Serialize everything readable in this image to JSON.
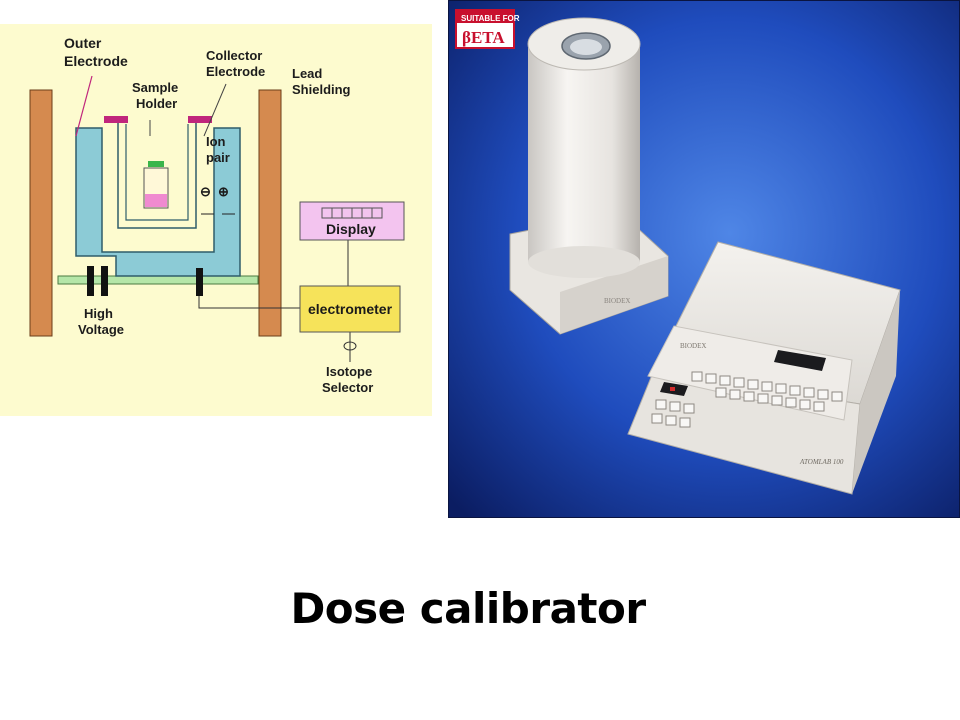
{
  "slide": {
    "title": "Dose calibrator"
  },
  "diagram": {
    "labels": {
      "outer_electrode_line1": "Outer",
      "outer_electrode_line2": "Electrode",
      "sample_holder_line1": "Sample",
      "sample_holder_line2": "Holder",
      "collector_electrode_line1": "Collector",
      "collector_electrode_line2": "Electrode",
      "lead_shielding_line1": "Lead",
      "lead_shielding_line2": "Shielding",
      "ion_pair_line1": "Ion",
      "ion_pair_line2": "pair",
      "ion_negative": "⊖",
      "ion_positive": "⊕",
      "display": "Display",
      "electrometer": "electrometer",
      "high_voltage_line1": "High",
      "high_voltage_line2": "Voltage",
      "isotope_selector_line1": "Isotope",
      "isotope_selector_line2": "Selector"
    },
    "colors": {
      "background": "#fdfbcf",
      "shielding": "#d58a4f",
      "chamber": "#8ccbd6",
      "holder_cap": "#c0267c",
      "sample_liquid": "#f08ad0",
      "vial_cap": "#3ab54a",
      "base_plate": "#b5e6a8",
      "display_box": "#f3c4ef",
      "electrometer_box": "#f6e35a"
    }
  },
  "photo": {
    "badge_line1": "SUITABLE FOR",
    "badge_line2": "βETA",
    "brand_chamber": "BIODEX",
    "brand_console": "BIODEX",
    "model": "ATOMLAB 100",
    "colors": {
      "background": "#1a3fa8",
      "device": "#ece9e4"
    }
  }
}
